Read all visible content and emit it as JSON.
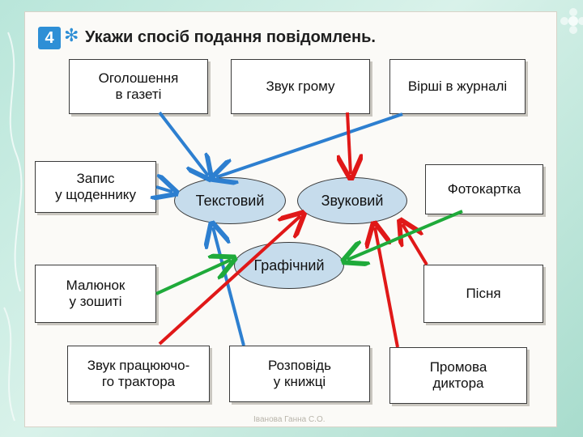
{
  "task": {
    "number": "4",
    "title": "Укажи спосіб подання повідомлень."
  },
  "boxes": {
    "ogoloshennia": "Оголошення\nв газеті",
    "zvuk_gromu": "Звук грому",
    "virshi": "Вірші в журналі",
    "zapys": "Запис\nу щоденнику",
    "fotokartka": "Фотокартка",
    "maliunok": "Малюнок\nу зошиті",
    "pisnia": "Пісня",
    "zvuk_traktora": "Звук працюючо-\nго трактора",
    "rozpovid": "Розповідь\nу книжці",
    "promova": "Промова\nдиктора"
  },
  "ovals": {
    "tekstovyi": "Текстовий",
    "zvukovyi": "Звуковий",
    "grafichnyi": "Графічний"
  },
  "footer": "Іванова Ганна С.О.",
  "colors": {
    "text_arrow": "#2d7fd0",
    "sound_arrow": "#e01818",
    "graphic_arrow": "#1faa3a"
  }
}
